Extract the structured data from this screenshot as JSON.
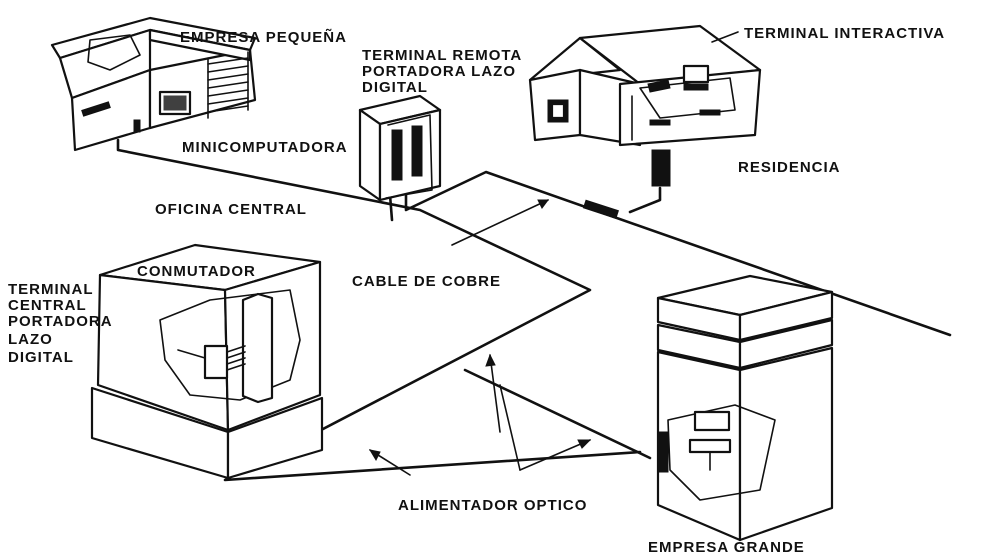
{
  "labels": {
    "empresa_pequena": "EMPRESA PEQUEÑA",
    "terminal_remota_1": "TERMINAL REMOTA",
    "terminal_remota_2": "PORTADORA LAZO",
    "terminal_remota_3": "DIGITAL",
    "terminal_interactiva": "TERMINAL INTERACTIVA",
    "minicomputadora": "MINICOMPUTADORA",
    "residencia": "RESIDENCIA",
    "oficina_central": "OFICINA CENTRAL",
    "conmutador": "CONMUTADOR",
    "terminal_central_1": "TERMINAL",
    "terminal_central_2": "CENTRAL",
    "terminal_central_3": "PORTADORA",
    "terminal_central_4": "LAZO",
    "terminal_central_5": "DIGITAL",
    "cable_de_cobre": "CABLE DE COBRE",
    "alimentador_optico": "ALIMENTADOR OPTICO",
    "empresa_grande": "EMPRESA GRANDE"
  },
  "icons": [
    "small-business-building",
    "remote-terminal-cabinet",
    "residence-house",
    "central-office-building",
    "large-business-building"
  ]
}
